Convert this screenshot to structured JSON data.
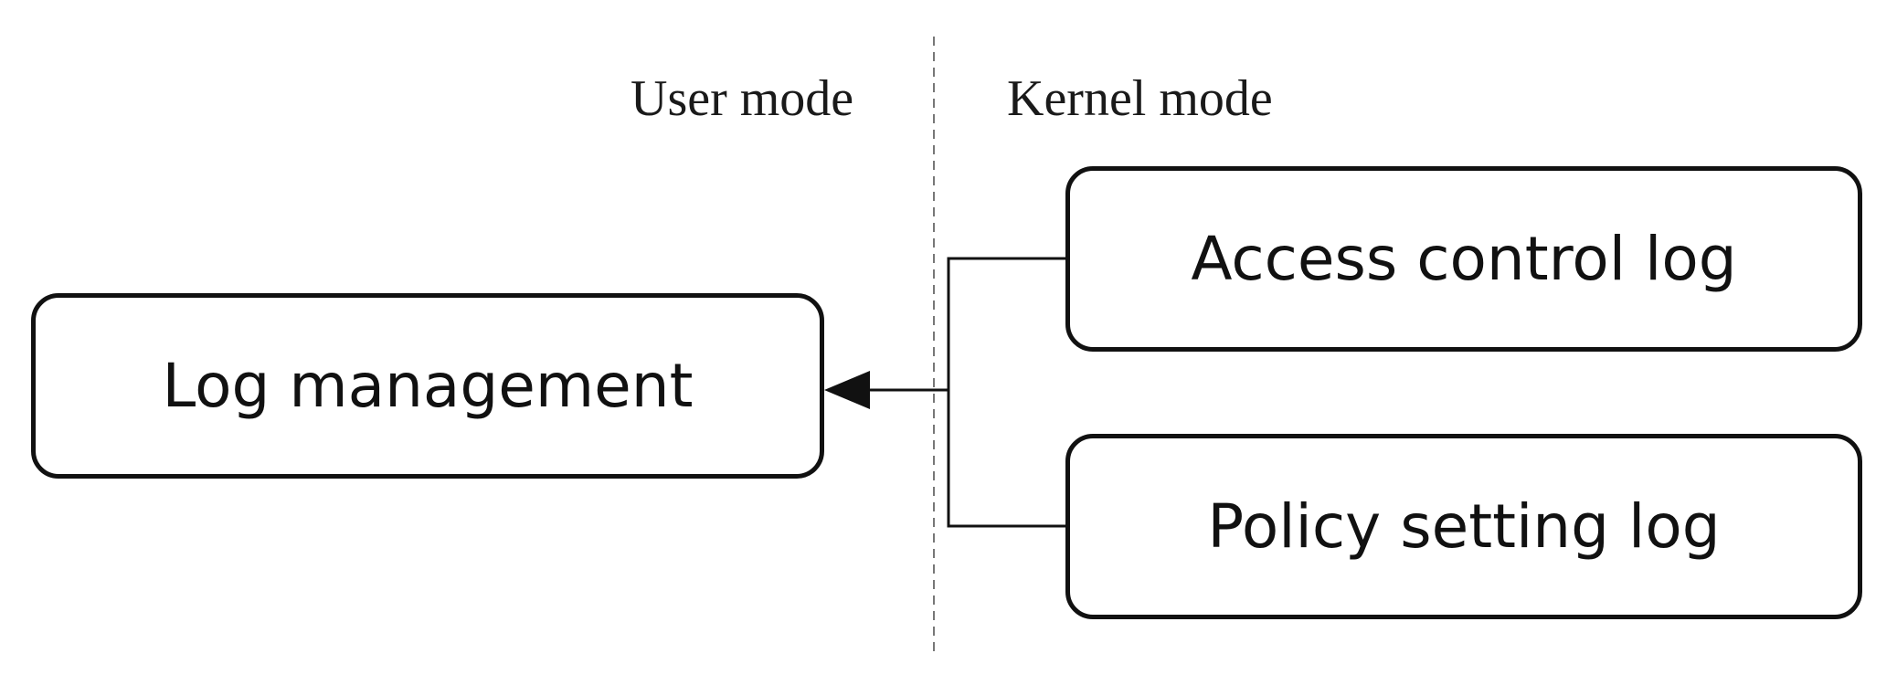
{
  "modes": {
    "user": "User mode",
    "kernel": "Kernel mode"
  },
  "nodes": {
    "log_management": "Log management",
    "access_control_log": "Access control log",
    "policy_setting_log": "Policy setting log"
  },
  "edges": [
    {
      "from": "access_control_log",
      "to": "log_management"
    },
    {
      "from": "policy_setting_log",
      "to": "log_management"
    }
  ],
  "colors": {
    "stroke": "#111111",
    "divider": "#777777"
  }
}
